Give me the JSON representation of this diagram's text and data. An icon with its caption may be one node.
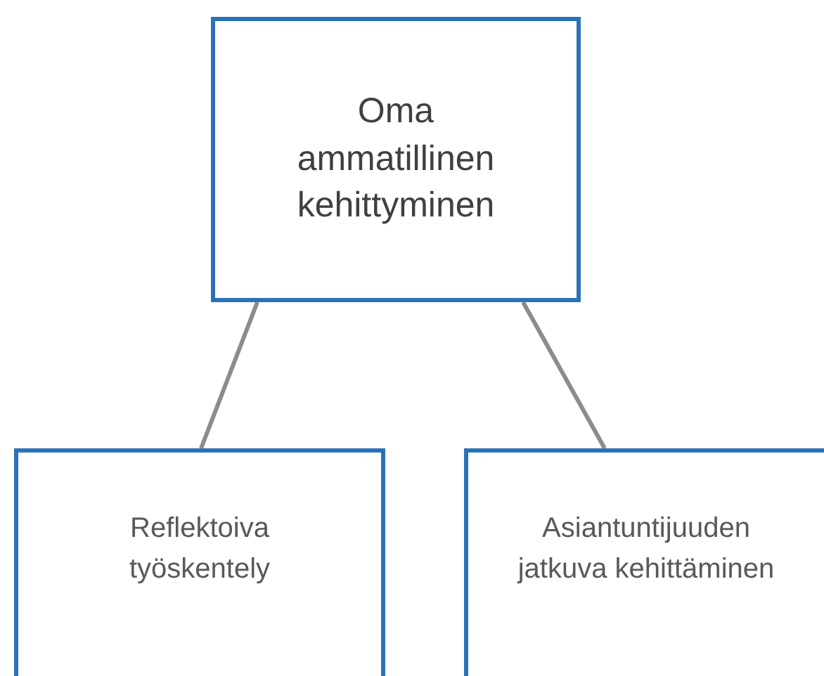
{
  "diagram": {
    "nodes": [
      {
        "text": [
          "Oma ammatillinen kehittyminen"
        ]
      },
      {
        "text": [
          "Reflektoiva työskentely"
        ]
      },
      {
        "text": [
          "Asiantuntijuuden jatkuva kehittäminen"
        ]
      }
    ],
    "edges": [
      {
        "from": 0,
        "to": 1,
        "arrow": "none"
      },
      {
        "from": 0,
        "to": 2,
        "arrow": "none"
      }
    ]
  }
}
